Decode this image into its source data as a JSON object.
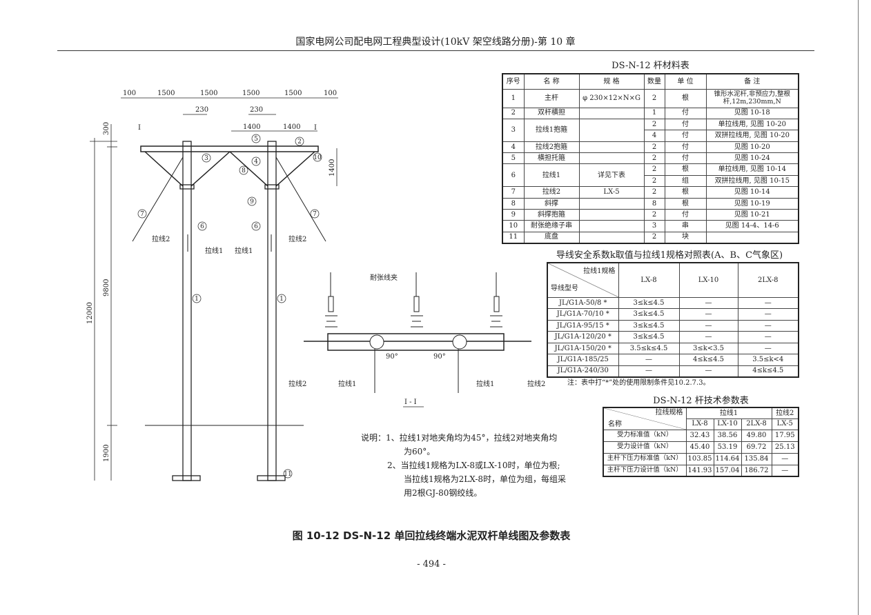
{
  "header": {
    "title": "国家电网公司配电网工程典型设计(10kV 架空线路分册)-第 10 章"
  },
  "materials_table": {
    "title": "DS-N-12 杆材料表",
    "columns": [
      "序号",
      "名 称",
      "规 格",
      "数量",
      "单 位",
      "备 注"
    ],
    "rows": [
      {
        "no": "1",
        "name": "主杆",
        "spec": "φ 230×12×N×G",
        "qty": "2",
        "unit": "根",
        "note": "锥形水泥杆,非预应力,整根杆,12m,230mm,N"
      },
      {
        "no": "2",
        "name": "双杆横担",
        "spec": "",
        "qty": "1",
        "unit": "付",
        "note": "见图 10-18"
      },
      {
        "no": "3",
        "name": "拉线1抱箍",
        "spec": "",
        "qty": "2",
        "unit": "付",
        "note": "单拉线用, 见图 10-20",
        "qty2": "4",
        "unit2": "付",
        "note2": "双拼拉线用, 见图 10-20"
      },
      {
        "no": "4",
        "name": "拉线2抱箍",
        "spec": "",
        "qty": "2",
        "unit": "付",
        "note": "见图 10-20"
      },
      {
        "no": "5",
        "name": "横担托箍",
        "spec": "",
        "qty": "2",
        "unit": "付",
        "note": "见图 10-24"
      },
      {
        "no": "6",
        "name": "拉线1",
        "spec": "详见下表",
        "qty": "2",
        "unit": "根",
        "note": "单拉线用, 见图 10-14",
        "qty2": "2",
        "unit2": "组",
        "note2": "双拼拉线用, 见图 10-15"
      },
      {
        "no": "7",
        "name": "拉线2",
        "spec": "LX-5",
        "qty": "2",
        "unit": "根",
        "note": "见图 10-14"
      },
      {
        "no": "8",
        "name": "斜撑",
        "spec": "",
        "qty": "8",
        "unit": "根",
        "note": "见图 10-19"
      },
      {
        "no": "9",
        "name": "斜撑抱箍",
        "spec": "",
        "qty": "2",
        "unit": "付",
        "note": "见图 10-21"
      },
      {
        "no": "10",
        "name": "耐张绝缘子串",
        "spec": "",
        "qty": "3",
        "unit": "串",
        "note": "见图 14-4、14-6"
      },
      {
        "no": "11",
        "name": "底盘",
        "spec": "",
        "qty": "2",
        "unit": "块",
        "note": ""
      }
    ]
  },
  "safety_table": {
    "title": "导线安全系数k取值与拉线1规格对照表(A、B、C气象区)",
    "corner_top": "拉线1规格",
    "corner_bottom": "导线型号",
    "columns": [
      "LX-8",
      "LX-10",
      "2LX-8"
    ],
    "rows": [
      {
        "conductor": "JL/G1A-50/8 *",
        "values": [
          "3≤k≤4.5",
          "—",
          "—"
        ]
      },
      {
        "conductor": "JL/G1A-70/10 *",
        "values": [
          "3≤k≤4.5",
          "—",
          "—"
        ]
      },
      {
        "conductor": "JL/G1A-95/15 *",
        "values": [
          "3≤k≤4.5",
          "—",
          "—"
        ]
      },
      {
        "conductor": "JL/G1A-120/20 *",
        "values": [
          "3≤k≤4.5",
          "—",
          "—"
        ]
      },
      {
        "conductor": "JL/G1A-150/20 *",
        "values": [
          "3.5≤k≤4.5",
          "3≤k<3.5",
          "—"
        ]
      },
      {
        "conductor": "JL/G1A-185/25",
        "values": [
          "—",
          "4≤k≤4.5",
          "3.5≤k<4"
        ]
      },
      {
        "conductor": "JL/G1A-240/30",
        "values": [
          "—",
          "—",
          "4≤k≤4.5"
        ]
      }
    ],
    "footnote": "注：表中打“*”处的使用限制条件见10.2.7.3。"
  },
  "tech_table": {
    "title": "DS-N-12 杆技术参数表",
    "corner_top": "拉线规格",
    "corner_bottom": "名称",
    "group1": "拉线1",
    "group2": "拉线2",
    "columns": [
      "LX-8",
      "LX-10",
      "2LX-8",
      "LX-5"
    ],
    "rows": [
      {
        "name": "受力标准值（kN）",
        "values": [
          "32.43",
          "38.56",
          "49.80",
          "17.95"
        ]
      },
      {
        "name": "受力设计值（kN）",
        "values": [
          "45.40",
          "53.19",
          "69.72",
          "25.13"
        ]
      },
      {
        "name": "主杆下压力标准值（kN）",
        "values": [
          "103.85",
          "114.64",
          "135.84",
          "—"
        ]
      },
      {
        "name": "主杆下压力设计值（kN）",
        "values": [
          "141.93",
          "157.04",
          "186.72",
          "—"
        ]
      }
    ]
  },
  "notes": {
    "prefix": "说明：",
    "lines": [
      "1、拉线1对地夹角均为45°，拉线2对地夹角均",
      "为60°。",
      "2、当拉线1规格为LX-8或LX-10时，单位为根;",
      "当拉线1规格为2LX-8时，单位为组，每组采",
      "用2根GJ-80钢绞线。"
    ]
  },
  "drawing": {
    "dims_top": [
      "100",
      "1500",
      "1500",
      "1500",
      "1500",
      "100"
    ],
    "dim_230": "230",
    "dim_1400": "1400",
    "dim_300": "300",
    "dim_9800": "9800",
    "dim_12000": "12000",
    "dim_1900": "1900",
    "section_mark": "I",
    "section_title": "I - I",
    "guy1": "拉线1",
    "guy2": "拉线2",
    "tension_clamp": "耐张线夹",
    "angle": "90°",
    "callouts": [
      "1",
      "2",
      "3",
      "4",
      "5",
      "6",
      "7",
      "8",
      "9",
      "10",
      "11"
    ]
  },
  "caption": "图 10-12  DS-N-12 单回拉线终端水泥双杆单线图及参数表",
  "page_number": "- 494 -"
}
